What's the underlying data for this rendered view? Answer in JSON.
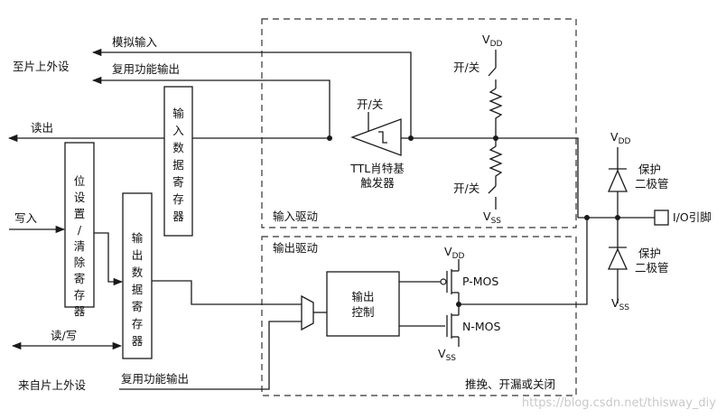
{
  "labels": {
    "analog_input": "模拟输入",
    "to_on_chip_peripheral": "至片上外设",
    "alt_func_output_top": "复用功能输出",
    "read_out": "读出",
    "write_in": "写入",
    "read_write": "读/写",
    "from_on_chip_peripheral": "来自片上外设",
    "alt_func_output_bottom": "复用功能输出",
    "input_data_register": [
      "输",
      "入",
      "数",
      "据",
      "寄",
      "存",
      "器"
    ],
    "bit_set_reset_register": [
      "位",
      "设",
      "置",
      "/",
      "清",
      "除",
      "寄",
      "存",
      "器"
    ],
    "output_data_register": [
      "输",
      "出",
      "数",
      "据",
      "寄",
      "存",
      "器"
    ],
    "on_off_schmitt": "开/关",
    "ttl_schmitt_line1": "TTL肖特基",
    "ttl_schmitt_line2": "触发器",
    "on_off_top": "开/关",
    "on_off_bottom": "开/关",
    "input_driver": "输入驱动",
    "output_driver": "输出驱动",
    "output_control_line1": "输出",
    "output_control_line2": "控制",
    "p_mos": "P-MOS",
    "n_mos": "N-MOS",
    "push_pull_open_drain": "推挽、开漏或关闭",
    "protect_top_line1": "保护",
    "protect_top_line2": "二极管",
    "protect_bottom_line1": "保护",
    "protect_bottom_line2": "二极管",
    "io_pin": "I/O引脚",
    "watermark": "https://blog.csdn.net/thisway_diy"
  },
  "rails": {
    "v_letter": "V",
    "dd": "DD",
    "ss": "SS"
  }
}
